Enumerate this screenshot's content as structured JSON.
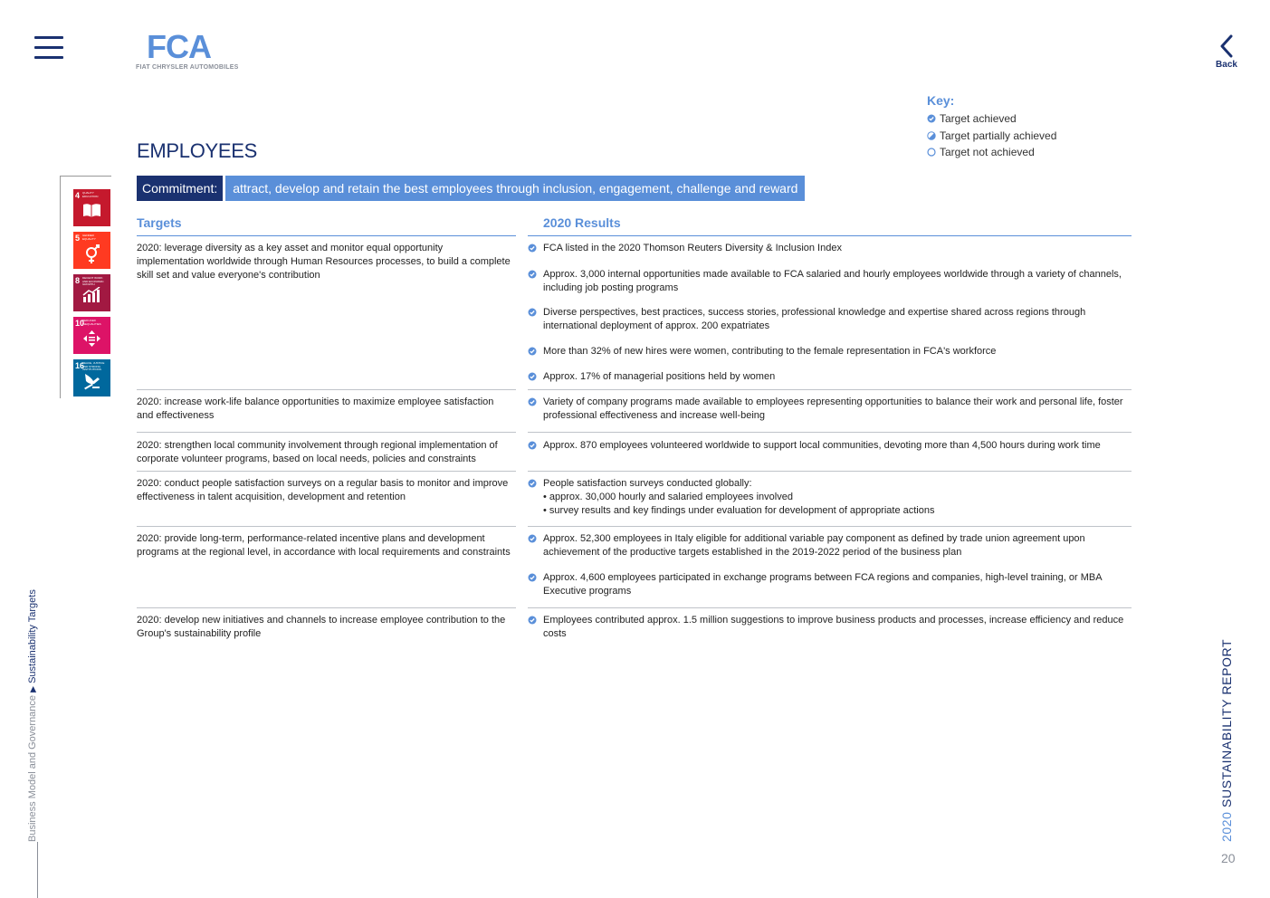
{
  "header": {
    "logo_mark": "FCA",
    "logo_sub": "FIAT CHRYSLER AUTOMOBILES",
    "back_label": "Back"
  },
  "key": {
    "title": "Key:",
    "achieved": "Target achieved",
    "partial": "Target partially achieved",
    "not_achieved": "Target not achieved"
  },
  "page_title": "EMPLOYEES",
  "commitment": {
    "label": "Commitment:",
    "text": "attract, develop and retain the best employees through inclusion, engagement, challenge and reward"
  },
  "sdgs": [
    {
      "num": "4",
      "text": "QUALITY EDUCATION",
      "color": "#c5192d"
    },
    {
      "num": "5",
      "text": "GENDER EQUALITY",
      "color": "#ff3a21"
    },
    {
      "num": "8",
      "text": "DECENT WORK AND ECONOMIC GROWTH",
      "color": "#a21942"
    },
    {
      "num": "10",
      "text": "REDUCED INEQUALITIES",
      "color": "#dd1367"
    },
    {
      "num": "16",
      "text": "PEACE, JUSTICE AND STRONG INSTITUTIONS",
      "color": "#00689d"
    }
  ],
  "columns": {
    "targets": "Targets",
    "results": "2020 Results"
  },
  "rows": [
    {
      "target": "2020: leverage diversity as a key asset and monitor equal opportunity implementation worldwide through Human Resources processes, to build a complete skill set and value everyone's contribution",
      "results": [
        "FCA listed in the 2020 Thomson Reuters Diversity & Inclusion Index",
        "Approx. 3,000 internal opportunities made available to FCA salaried and hourly employees worldwide through a variety of channels, including job posting programs",
        "Diverse perspectives, best practices, success stories, professional knowledge and expertise shared across regions through international deployment of approx. 200 expatriates",
        "More than 32% of new hires were women, contributing to the female representation in FCA's workforce",
        "Approx. 17% of managerial positions held by women"
      ]
    },
    {
      "target": "2020: increase work-life balance opportunities to maximize employee satisfaction and effectiveness",
      "results": [
        "Variety of company programs made available to employees representing opportunities to balance their work and personal life, foster professional effectiveness and increase well-being"
      ]
    },
    {
      "target": "2020: strengthen local community involvement through regional implementation of corporate volunteer programs, based on local needs, policies and constraints",
      "results": [
        "Approx. 870 employees volunteered worldwide to support local communities, devoting more than 4,500 hours during work time"
      ]
    },
    {
      "target": "2020: conduct people satisfaction surveys on a regular basis to monitor and improve effectiveness in talent acquisition, development and retention",
      "results": [
        "People satisfaction surveys conducted globally:"
      ],
      "bullets": [
        "• approx. 30,000 hourly and salaried employees involved",
        "• survey results and key findings under evaluation for development of appropriate actions"
      ]
    },
    {
      "target": "2020: provide long-term, performance-related incentive plans and development programs at the regional level, in accordance with local requirements and constraints",
      "results": [
        "Approx. 52,300 employees in Italy eligible for additional variable pay component as defined by trade union agreement upon achievement of the productive targets established in the 2019-2022 period of the business plan",
        "Approx. 4,600 employees participated in exchange programs between FCA regions and companies, high-level training, or MBA Executive programs"
      ]
    },
    {
      "target": "2020: develop new initiatives and channels to increase employee contribution to the Group's sustainability profile",
      "results": [
        "Employees contributed approx. 1.5 million suggestions to improve business products and processes, increase efficiency and reduce costs"
      ]
    }
  ],
  "sidebar": {
    "section": "Business Model and Governance",
    "arrow": "▶",
    "current": "Sustainability Targets"
  },
  "footer": {
    "year": "2020",
    "report": "SUSTAINABILITY REPORT",
    "page": "20"
  },
  "colors": {
    "navy": "#1a3170",
    "accent": "#5a8fd9"
  }
}
